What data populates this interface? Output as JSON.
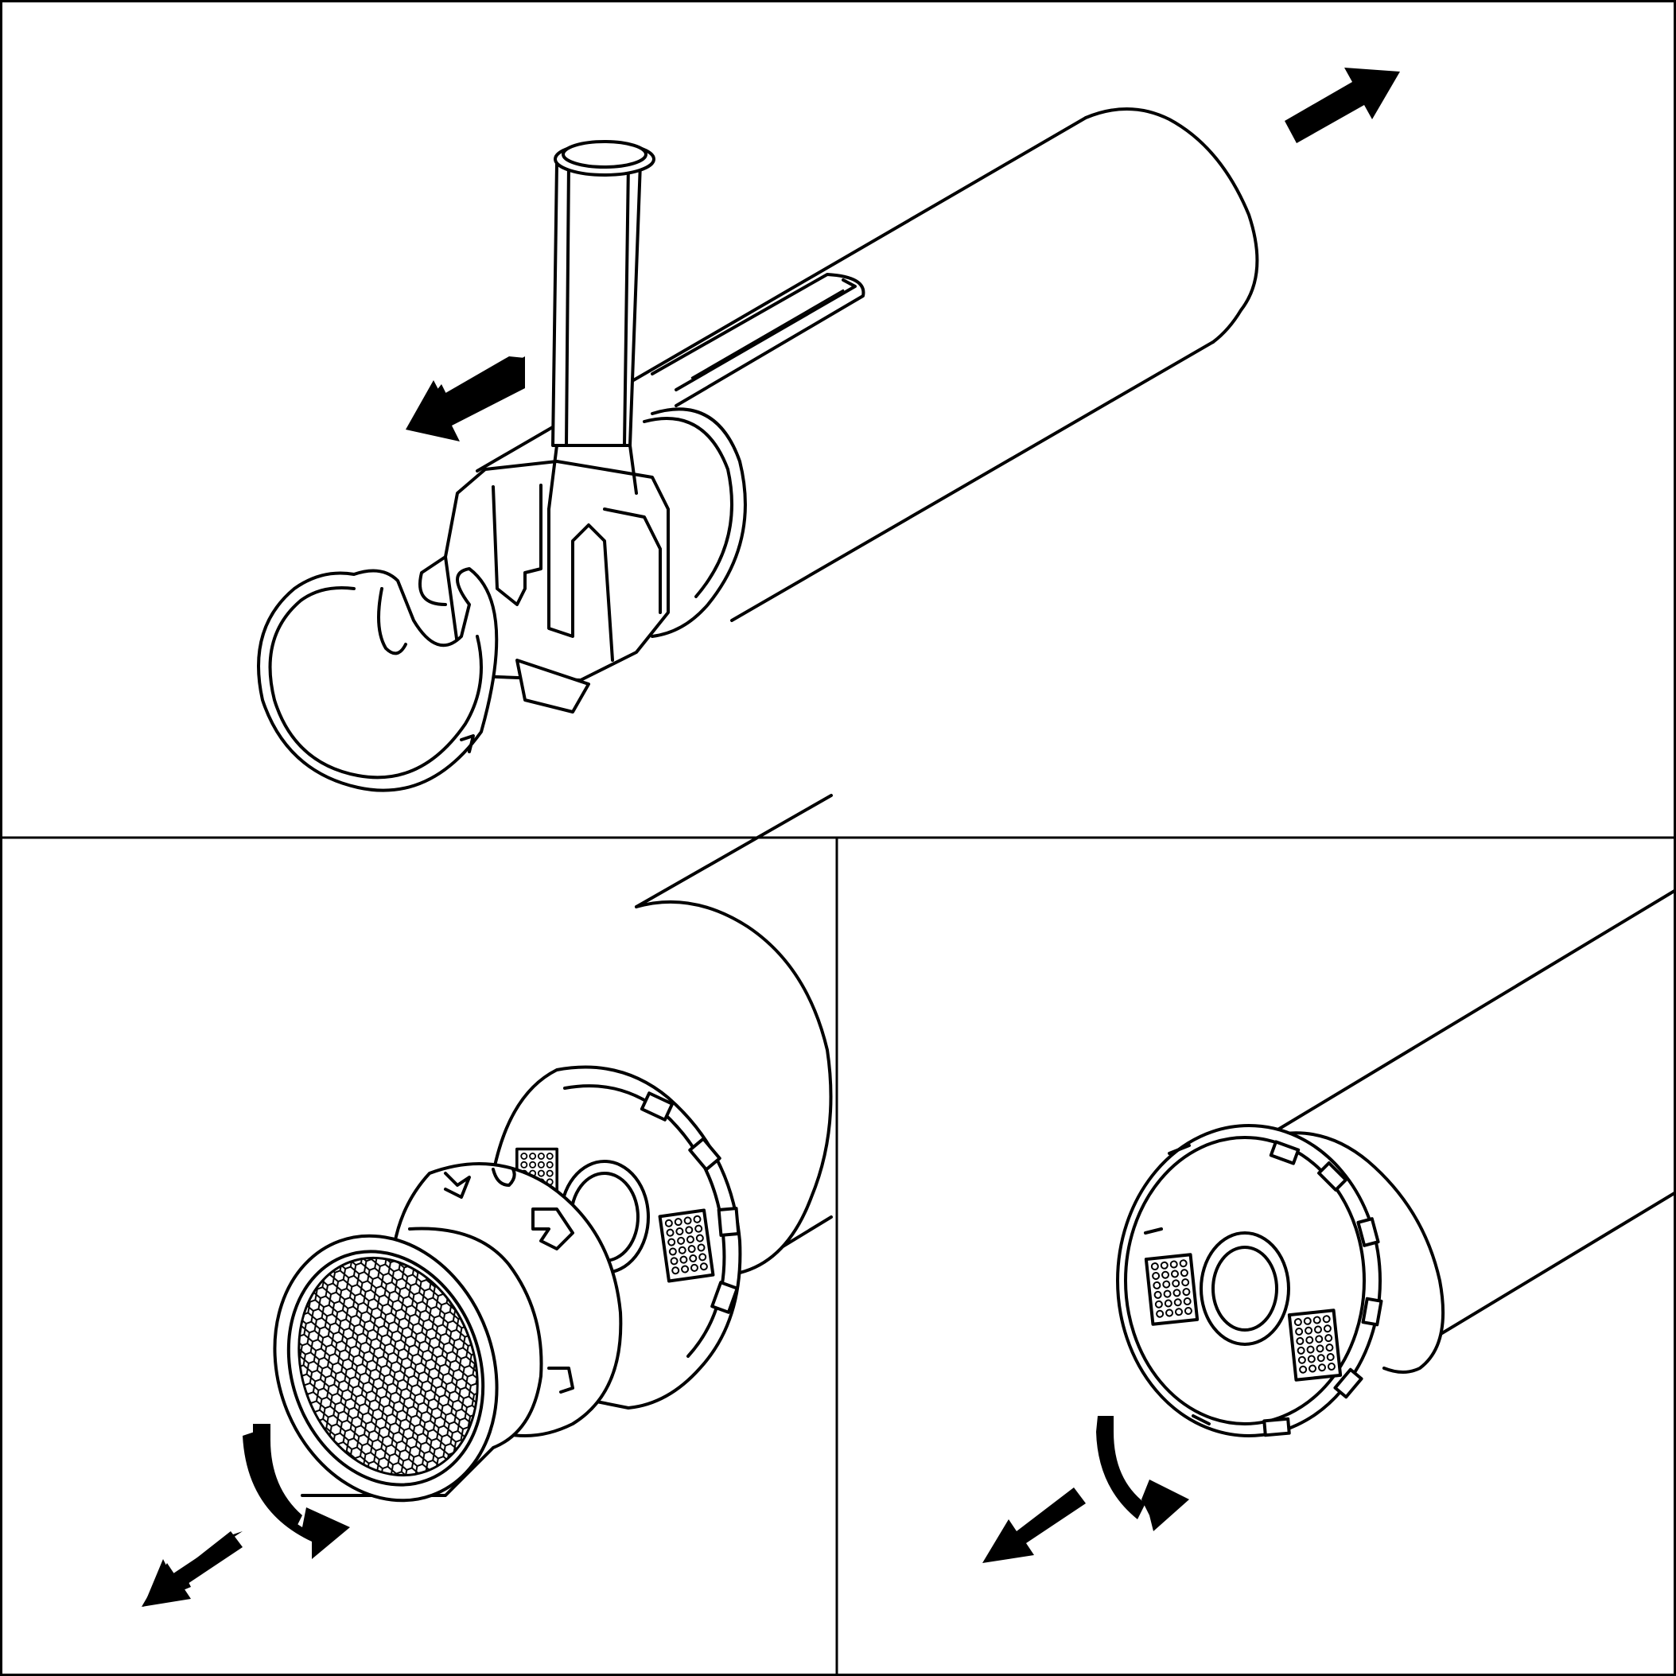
{
  "figure": {
    "panels": [
      {
        "id": "top",
        "content": "track-spotlight-sliding-housing"
      },
      {
        "id": "bottom-left",
        "content": "remove-honeycomb-louver-and-lens-cover"
      },
      {
        "id": "bottom-right",
        "content": "remove-lens-retaining-ring"
      }
    ],
    "arrows": [
      {
        "panel": "top",
        "icon": "arrow-straight-icon",
        "direction": "forward"
      },
      {
        "panel": "top",
        "icon": "arrow-straight-icon",
        "direction": "backward"
      },
      {
        "panel": "bottom-left",
        "icon": "rotate-arrow-icon",
        "direction": "clockwise"
      },
      {
        "panel": "bottom-left",
        "icon": "arrow-straight-icon",
        "direction": "pull-out"
      },
      {
        "panel": "bottom-right",
        "icon": "rotate-arrow-icon",
        "direction": "clockwise"
      },
      {
        "panel": "bottom-right",
        "icon": "arrow-straight-icon",
        "direction": "pull-out"
      }
    ],
    "colors": {
      "line": "#000000",
      "background": "#ffffff"
    }
  }
}
